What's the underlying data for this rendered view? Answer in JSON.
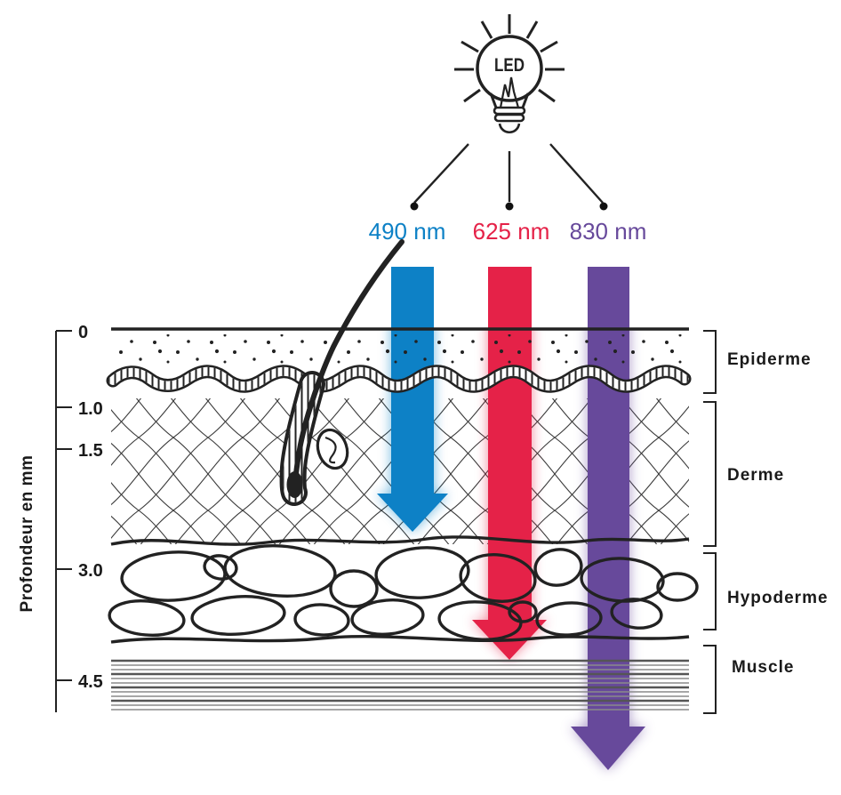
{
  "bulb": {
    "label": "LED"
  },
  "wavelengths": [
    {
      "label": "490 nm",
      "color": "#0d81c6"
    },
    {
      "label": "625 nm",
      "color": "#e52248"
    },
    {
      "label": "830 nm",
      "color": "#67499b"
    }
  ],
  "axis": {
    "title": "Profondeur en mm",
    "ticks": [
      "0",
      "1.0",
      "1.5",
      "3.0",
      "4.5"
    ]
  },
  "layers": [
    "Epiderme",
    "Derme",
    "Hypoderme",
    "Muscle"
  ],
  "colors": {
    "ink": "#222222",
    "muscle_line": "#606060",
    "blue": "#0d81c6",
    "red": "#e52248",
    "purple": "#67499b"
  }
}
